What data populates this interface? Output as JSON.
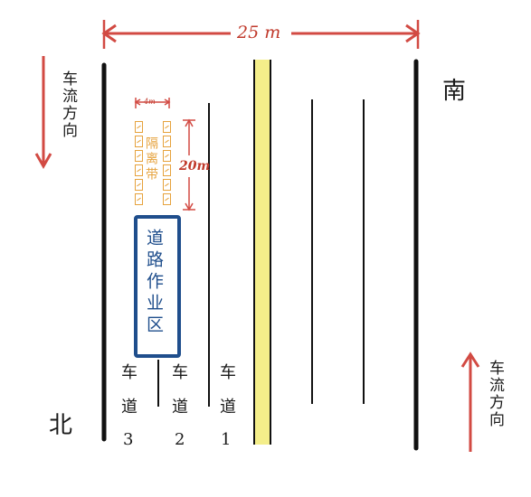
{
  "width_label": "25 m",
  "direction_south": "南",
  "direction_north": "北",
  "traffic_flow_label": "车流方向",
  "barrier": {
    "label": "隔离带",
    "width_label": "4m",
    "length_label": "20m"
  },
  "work_zone_label": "道路作业区",
  "lanes": [
    {
      "char1": "车",
      "char2": "道",
      "number": "3"
    },
    {
      "char1": "车",
      "char2": "道",
      "number": "2"
    },
    {
      "char1": "车",
      "char2": "道",
      "number": "1"
    }
  ],
  "colors": {
    "road_edge": "#111111",
    "annotation": "#d24a43",
    "median": "#f4ee8a",
    "barrier": "#e6a23c",
    "work_zone": "#1f4e8c"
  }
}
